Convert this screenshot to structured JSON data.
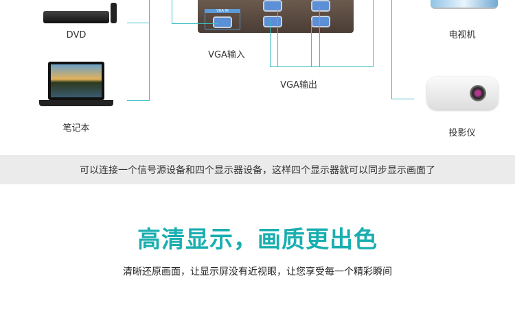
{
  "devices": {
    "dvd": "DVD",
    "laptop": "笔记本",
    "tv": "电视机",
    "projector": "投影仪"
  },
  "switch": {
    "input_label": "VGA输入",
    "output_label": "VGA输出",
    "port_in": "VGA IN"
  },
  "band_text": "可以连接一个信号源设备和四个显示器设备，这样四个显示器就可以同步显示画面了",
  "headline": "高清显示，画质更出色",
  "subtitle": "清晰还原画面，让显示屏没有近视眼，让您享受每一个精彩瞬间",
  "colors": {
    "accent": "#1aaeb0",
    "line": "#3cbfc4",
    "band": "#ebebeb"
  }
}
